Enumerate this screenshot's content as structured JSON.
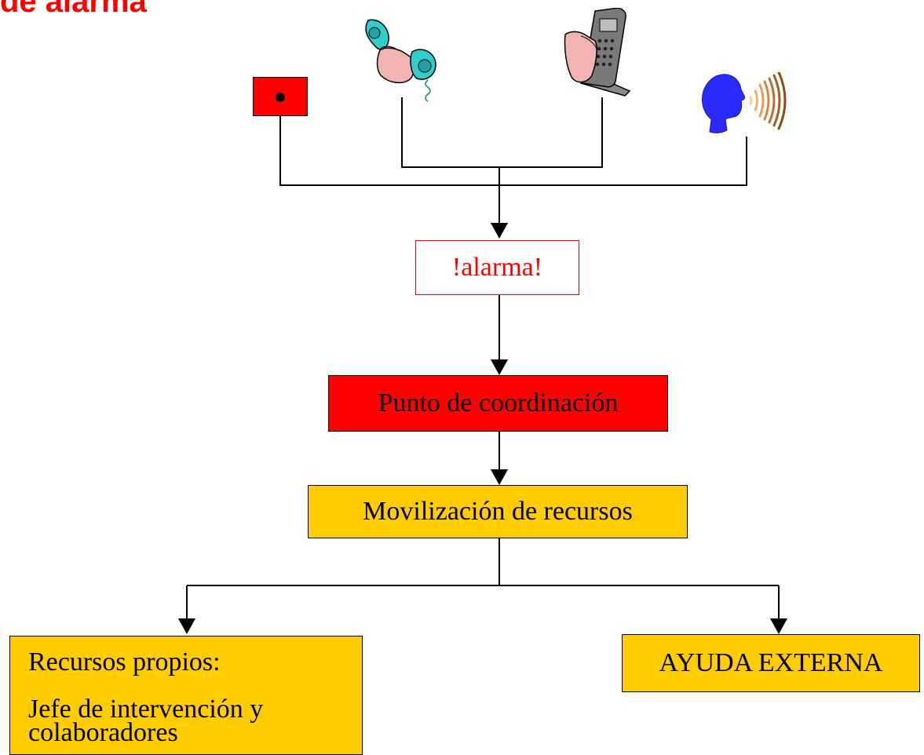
{
  "title": "de alarma",
  "nodes": {
    "alarm": "!alarma!",
    "coordination": "Punto de coordinación",
    "mobilization": "Movilización de recursos",
    "own_resources_line1": "Recursos propios:",
    "own_resources_line2": "Jefe  de intervención y colaboradores",
    "external_help": "AYUDA EXTERNA"
  },
  "icons": [
    "alarm-button-icon",
    "telephone-handset-icon",
    "mobile-phone-icon",
    "voice-shout-icon"
  ],
  "colors": {
    "title": "#ff0000",
    "alarm_text": "#ff0000",
    "coordination_fill": "#ff0000",
    "resource_fill": "#ffcc00"
  }
}
